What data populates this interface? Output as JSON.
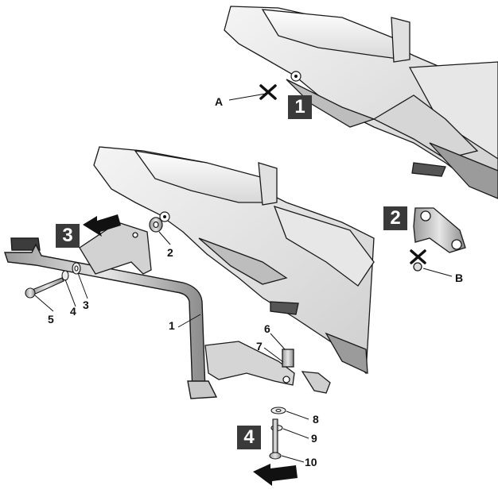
{
  "steps": {
    "s1": "1",
    "s2": "2",
    "s3": "3",
    "s4": "4"
  },
  "points": {
    "a": "A",
    "b": "B"
  },
  "parts": {
    "p1": "1",
    "p2": "2",
    "p3": "3",
    "p4": "4",
    "p5": "5",
    "p6": "6",
    "p7": "7",
    "p8": "8",
    "p9": "9",
    "p10": "10"
  },
  "colors": {
    "line": "#1a1a1a",
    "body_fill": "#ececec",
    "body_shade": "#c9c9c9",
    "dark": "#3a3a3a"
  },
  "icons": {
    "remove_mark": "x-mark-icon",
    "push": "arrow-icon"
  }
}
